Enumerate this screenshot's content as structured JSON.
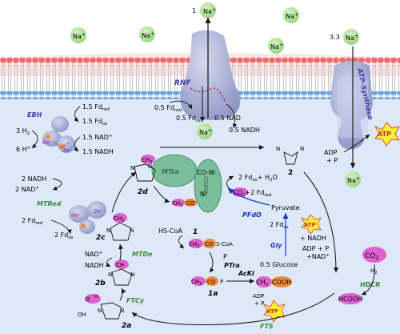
{
  "ions": {
    "na": "Na",
    "plus": "+",
    "top_count": "1",
    "atp_synth_count": "3.3"
  },
  "enzymes": {
    "ebh": "EBH",
    "rnf": "RNF",
    "atp_synthase": "ATP-Synthase",
    "mtred": "MTRed",
    "mtra": "MTra",
    "mtde": "MTDe",
    "ftcy": "FTCy",
    "fts": "FTS",
    "acki": "AcKi",
    "ptra": "PTra",
    "pfdo": "PFdO",
    "gly": "Gly",
    "hdcr": "HDCR",
    "codh": "CODH"
  },
  "ebh_labels": {
    "fd_red": "1.5 Fd",
    "fd_red_sub": "red",
    "fd_ox": "1.5 Fd",
    "fd_ox_sub": "ox",
    "nad_plus": "1.5 NAD",
    "nad_sup": "+",
    "nadh": "1.5 NADH",
    "h2": "3 H",
    "h2_sub": "2",
    "hplus": "6 H",
    "hplus_sup": "+",
    "e_left": "6e",
    "e_right": "3e",
    "e_sup": "-"
  },
  "rnf_labels": {
    "fd_red_left": "0.5 Fd",
    "fd_ox": "0.5 Fd",
    "nad": "0.5 NAD",
    "nadh": "0.5 NADH",
    "red_sub": "red",
    "ox_sub": "ox"
  },
  "atp_labels": {
    "adp": "ADP",
    "p": "+ P",
    "atp": "ATP"
  },
  "mtred_labels": {
    "nadh": "2 NADH",
    "nad_plus": "2 NAD",
    "nad_sup": "+",
    "fd_red": "2 Fd",
    "fd_red_sub": "red",
    "fd_ox": "2 Fd",
    "fd_ox_sub": "ox",
    "e_left": "4e",
    "e_right": "2e",
    "e_sup": "-"
  },
  "compounds": {
    "c2d": "2d",
    "c2c": "2c",
    "c2b": "2b",
    "c2a": "2a",
    "c1": "1",
    "c1a": "1a",
    "c2": "2",
    "ch3": "CH",
    "ch2": "CH",
    "ch": "CH",
    "sub3": "3",
    "sub2": "2",
    "n": "N",
    "oh": "OH",
    "o_eq": "O",
    "h": "H",
    "co_ni": "CO-Ni",
    "ni": "Ni",
    "hs_coa": "HS-CoA",
    "ch3_co_s_coa_ch3": "CH",
    "co_s_coa": "CO",
    "scoa": "S-CoA",
    "p_label": "P",
    "ch3co_p": "CO",
    "acetate": "CH",
    "cooh": "COOH",
    "co2": "CO",
    "h2": "H",
    "hcooh": "HCOOH"
  },
  "misc": {
    "nad_plus_h": "NAD",
    "nadh_2b": "NADH",
    "fd_co": "2 Fd",
    "fd_co_ox": "ox",
    "water": "+ H",
    "water_sub": "2",
    "water_o": "O",
    "co2_2fd": "+2 Fd",
    "co2_2fd_sub": "red",
    "pyruvate": "Pyruvate",
    "two_fd_ox": "2 Fd",
    "two_fd_ox_sub": "ox",
    "nadh_gly": "+ NADH",
    "adp_gly": "ADP + P",
    "nad_gly": "+NAD",
    "nad_gly_sup": "+",
    "glucose": "0.5 Glucose",
    "fts_adp": "ADP",
    "fts_p": "+ P",
    "atp": "ATP"
  },
  "colors": {
    "membrane_head_red": "#f36b6b",
    "membrane_head_blue": "#6ea6e0",
    "cytoplasm": "#dde9f7",
    "extracellular": "#fde4e4",
    "sodium": "#b8e6a0",
    "enzyme": "#aeb6d8",
    "enzyme_label": "#4a3ca5",
    "green_label": "#3a8a3a",
    "magenta": "#e060d0",
    "orange": "#f08a38",
    "codh": "#7bbf9a",
    "atp_star": "#ffee33",
    "blue_arrow": "#1a2fcf"
  }
}
